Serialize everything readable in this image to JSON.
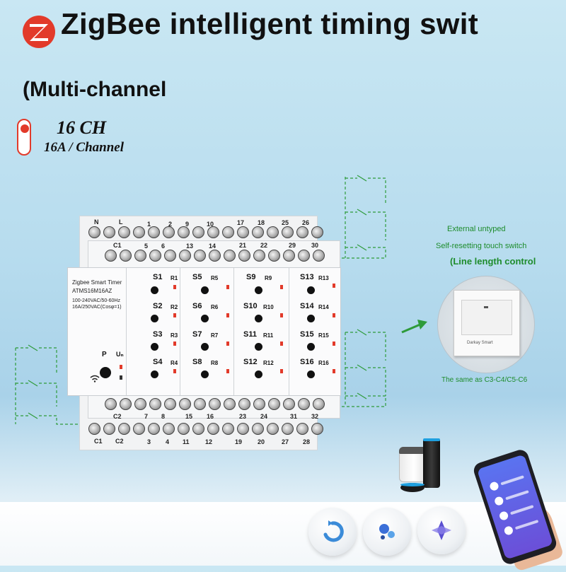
{
  "header": {
    "logo_name": "zigbee-logo",
    "title": "ZigBee intelligent timing swit",
    "subtitle": "(Multi-channel"
  },
  "channel_badge": {
    "main": "16 CH",
    "sub": "16A / Channel",
    "accent_color": "#e23a2a"
  },
  "device": {
    "brand": "Zigbee Smart Timer",
    "model": "ATMS16M16AZ",
    "spec1": "100-240VAC/50-60Hz",
    "spec2": "16A/250VAC(Cosφ=1)",
    "power_label": "P",
    "un_label": "Uₙ",
    "top_terminals_back": [
      "N",
      "L",
      "1",
      "2",
      "9",
      "10",
      "17",
      "18",
      "25",
      "26"
    ],
    "top_terminals_front": [
      "C1",
      "5",
      "6",
      "13",
      "14",
      "21",
      "22",
      "29",
      "30"
    ],
    "bottom_terminals_front": [
      "C2",
      "7",
      "8",
      "15",
      "16",
      "23",
      "24",
      "31",
      "32"
    ],
    "bottom_terminals_back": [
      "C1",
      "C2",
      "3",
      "4",
      "11",
      "12",
      "19",
      "20",
      "27",
      "28"
    ],
    "switches": [
      [
        "S1",
        "S2",
        "S3",
        "S4"
      ],
      [
        "S5",
        "S6",
        "S7",
        "S8"
      ],
      [
        "S9",
        "S10",
        "S11",
        "S12"
      ],
      [
        "S13",
        "S14",
        "S15",
        "S16"
      ]
    ],
    "relays": [
      [
        "R1",
        "R2",
        "R3",
        "R4"
      ],
      [
        "R5",
        "R6",
        "R7",
        "R8"
      ],
      [
        "R9",
        "R10",
        "R11",
        "R12"
      ],
      [
        "R13",
        "R14",
        "R15",
        "R16"
      ]
    ]
  },
  "external": {
    "line1": "External untyped",
    "line2": "Self-resetting touch switch",
    "line3": "(Line length control",
    "same_note": "The same as C3-C4/C5-C6",
    "plate_text": "Darkay Smart",
    "wire_color": "#2e9b3a"
  },
  "bottom_icons": [
    "smart-speaker-icon",
    "voice-assistant-icon",
    "assistant-logo-icon"
  ]
}
